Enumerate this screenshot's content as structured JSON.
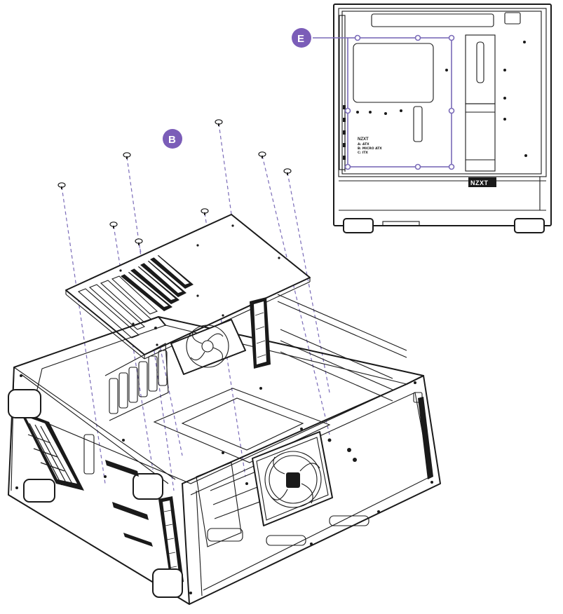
{
  "diagram": {
    "callouts": [
      {
        "id": "B",
        "label": "B"
      },
      {
        "id": "E",
        "label": "E"
      }
    ],
    "brand": "NZXT",
    "motherboard_form_factors": [
      "A: ATX",
      "B: MICRO ATX",
      "C: ITX"
    ],
    "colors": {
      "accent": "#7a6bb8",
      "callout_fill": "#7b5db8",
      "line": "#1a1a1a",
      "background": "#ffffff"
    },
    "icons": [
      "screw-icon",
      "fan-icon"
    ]
  }
}
